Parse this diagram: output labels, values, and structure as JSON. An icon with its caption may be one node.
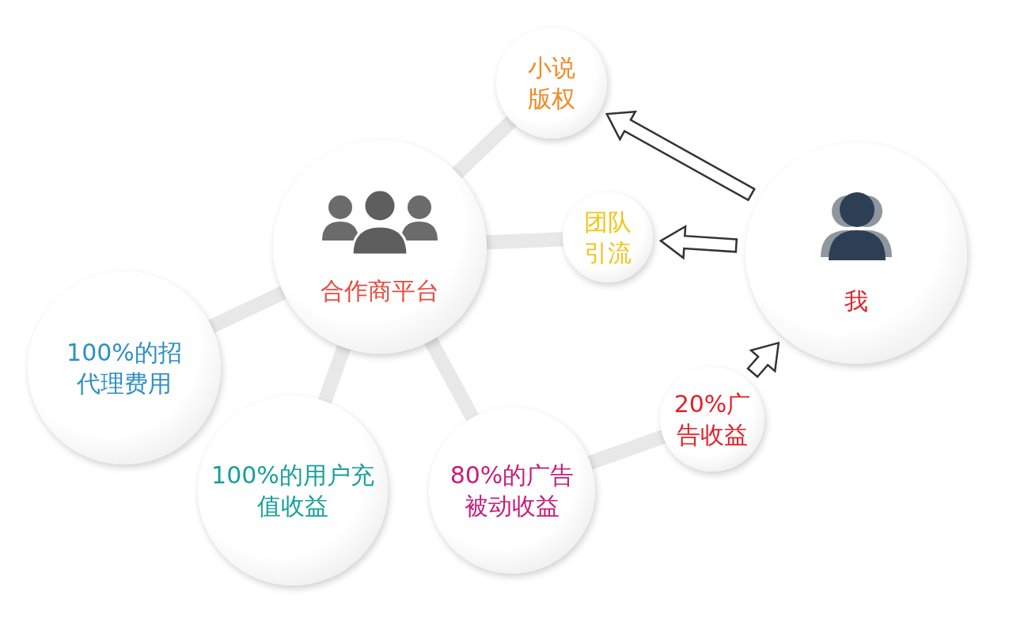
{
  "diagram": {
    "nodes": [
      {
        "text": [
          "小说版权"
        ]
      },
      {
        "text": [
          "合作商平台"
        ]
      },
      {
        "text": [
          "团队引流"
        ]
      },
      {
        "text": [
          "我"
        ]
      },
      {
        "text": [
          "100%的招代理费用"
        ]
      },
      {
        "text": [
          "100%的用户充值收益"
        ]
      },
      {
        "text": [
          "80%的广告被动收益"
        ]
      },
      {
        "text": [
          "20%广告收益"
        ]
      }
    ],
    "edges": [
      {
        "from": 1,
        "to": 0,
        "arrow": "none"
      },
      {
        "from": 1,
        "to": 2,
        "arrow": "none"
      },
      {
        "from": 1,
        "to": 4,
        "arrow": "none"
      },
      {
        "from": 1,
        "to": 5,
        "arrow": "none"
      },
      {
        "from": 1,
        "to": 6,
        "arrow": "none"
      },
      {
        "from": 6,
        "to": 7,
        "arrow": "none"
      },
      {
        "from": 3,
        "to": 0,
        "arrow": "to"
      },
      {
        "from": 3,
        "to": 2,
        "arrow": "to"
      },
      {
        "from": 7,
        "to": 3,
        "arrow": "to"
      }
    ]
  }
}
